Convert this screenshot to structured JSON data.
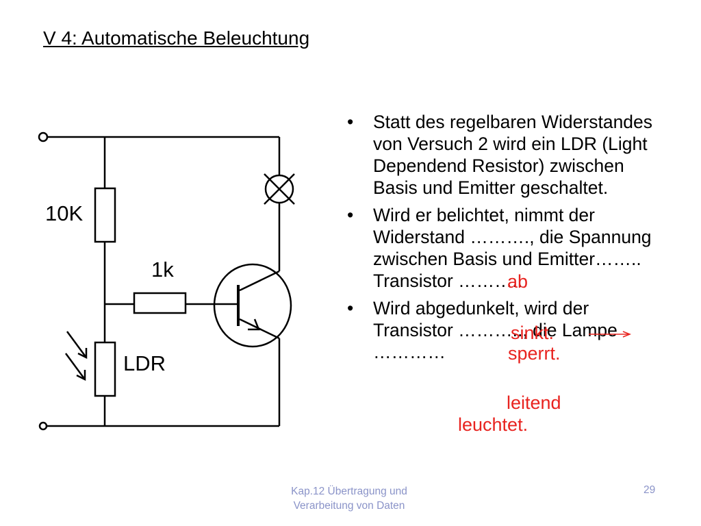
{
  "title": "V 4: Automatische Beleuchtung",
  "circuit": {
    "label_top_resistor": "10K",
    "label_base_resistor": "1k",
    "label_ldr": "LDR"
  },
  "bullets": [
    "Statt des regelbaren Widerstandes von Versuch 2 wird ein LDR (Light Dependend Resistor) zwischen Basis und Emitter geschaltet.",
    "Wird er belichtet, nimmt der Widerstand ………., die Spannung zwischen Basis und Emitter…….. Transistor ………..",
    "Wird abgedunkelt, wird der Transistor ……….., die Lampe …………"
  ],
  "annotations": {
    "ab": "ab",
    "sinkt": "sinkt.",
    "sperrt": "sperrt.",
    "leitend": "leitend",
    "leuchtet": "leuchtet."
  },
  "colors": {
    "annotation": "#e8231f",
    "footer": "#8a93c8"
  },
  "footer": {
    "line1": "Kap.12 Übertragung und",
    "line2": "Verarbeitung von Daten",
    "page": "29"
  }
}
